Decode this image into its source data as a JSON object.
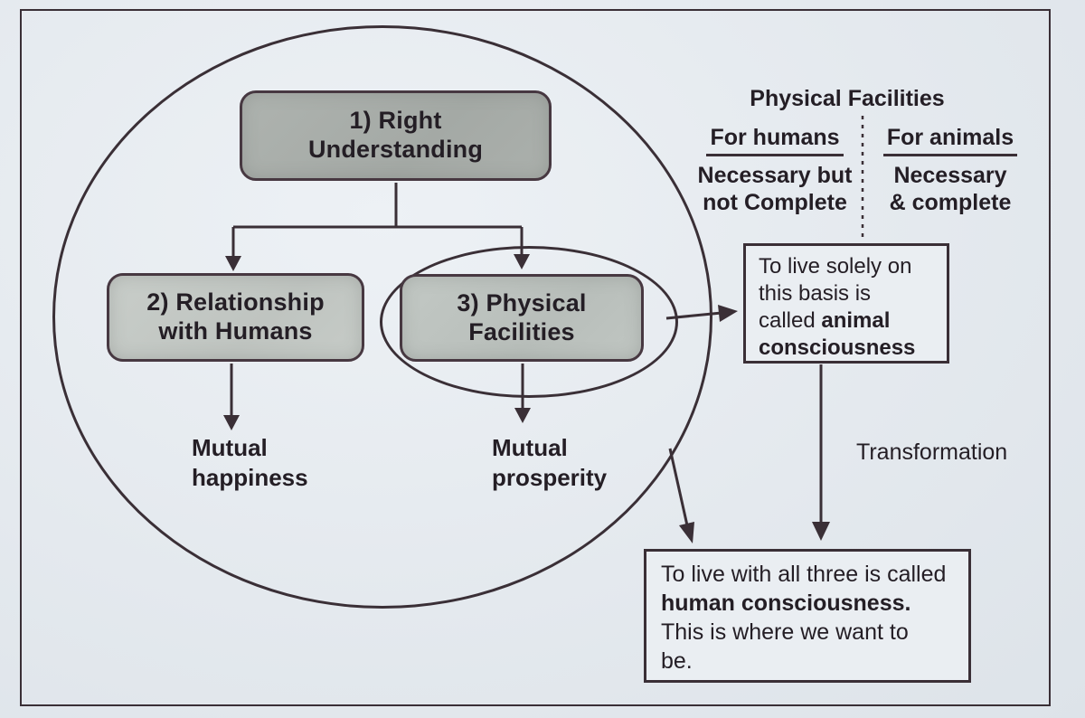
{
  "colors": {
    "ink": "#3a2f36",
    "page": "#e4e9ee",
    "box_fill_dark": "#a9aeaa",
    "box_fill_light": "#c4c9c5"
  },
  "main_loop": {
    "box1_lines": [
      "1) Right",
      "Understanding"
    ],
    "box2_lines": [
      "2) Relationship",
      "with Humans"
    ],
    "box3_lines": [
      "3) Physical",
      "Facilities"
    ],
    "happiness_lines": [
      "Mutual",
      "happiness"
    ],
    "prosperity_lines": [
      "Mutual",
      "prosperity"
    ]
  },
  "comparison": {
    "title": "Physical Facilities",
    "humans_header": "For humans",
    "humans_note_lines": [
      "Necessary but",
      "not Complete"
    ],
    "animals_header": "For animals",
    "animals_note_lines": [
      "Necessary",
      "& complete"
    ]
  },
  "animal_box": {
    "lines": [
      [
        {
          "t": "To live solely on",
          "b": false
        }
      ],
      [
        {
          "t": "this basis is",
          "b": false
        }
      ],
      [
        {
          "t": "called ",
          "b": false
        },
        {
          "t": "animal",
          "b": true
        }
      ],
      [
        {
          "t": "consciousness",
          "b": true
        }
      ]
    ]
  },
  "human_box": {
    "lines": [
      [
        {
          "t": "To live with all three is called",
          "b": false
        }
      ],
      [
        {
          "t": "human consciousness.",
          "b": true
        }
      ],
      [
        {
          "t": "This is where we want to",
          "b": false
        }
      ],
      [
        {
          "t": "be.",
          "b": false
        }
      ]
    ]
  },
  "transformation_label": "Transformation"
}
